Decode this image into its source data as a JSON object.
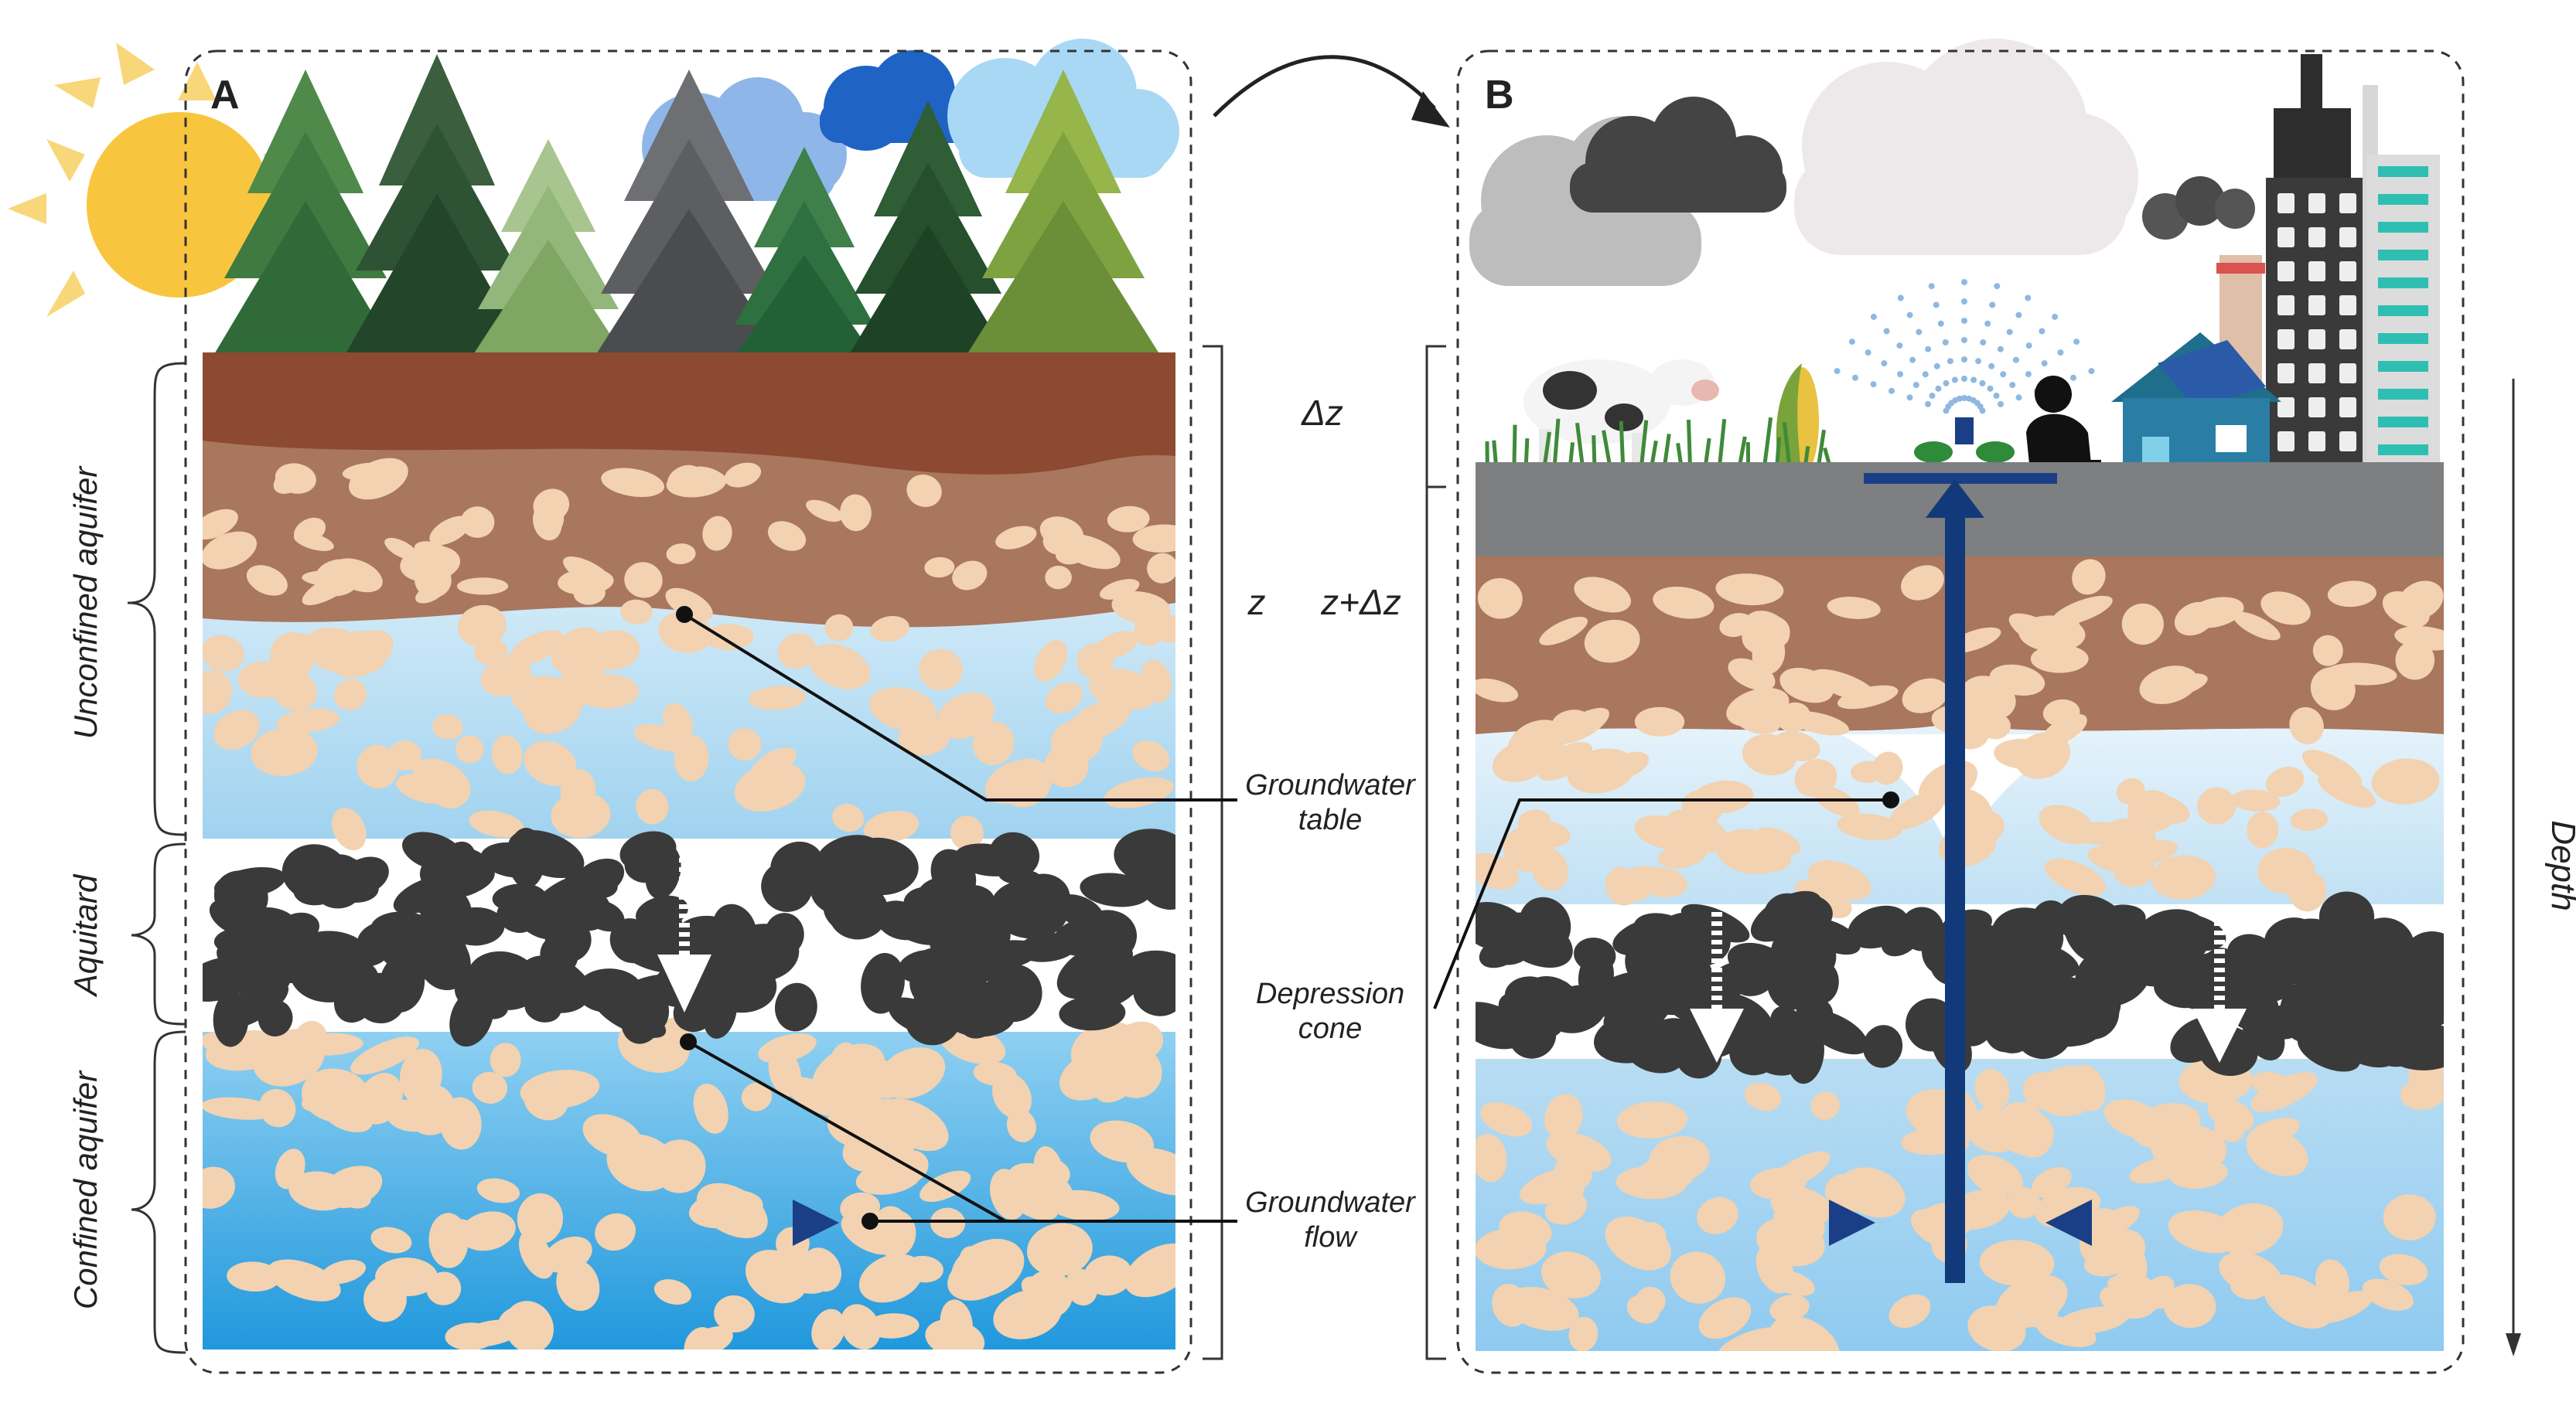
{
  "panels": {
    "a": {
      "letter": "A"
    },
    "b": {
      "letter": "B"
    }
  },
  "labels": {
    "unconfined_aquifer": "Unconfined aquifer",
    "aquitard": "Aquitard",
    "confined_aquifer": "Confined aquifer",
    "delta_z": "Δz",
    "z": "z",
    "z_plus_delta_z": "z+Δz",
    "groundwater_table": [
      "Groundwater",
      "table"
    ],
    "depression_cone": [
      "Depression",
      "cone"
    ],
    "groundwater_flow": [
      "Groundwater",
      "flow"
    ],
    "depth": "Depth"
  },
  "colors": {
    "sky_blue": "#7fb4e6",
    "soil_top": "#8c4a32",
    "soil_brown": "#a9765e",
    "pebble": "#f2d2b0",
    "water_light": "#bfe0f2",
    "water_deep": "#2f9ee0",
    "aquitard": "#3a3a3a",
    "pump_pipe": "#123a7a",
    "forest_dark": "#2f5d36",
    "forest_light": "#7fa662",
    "grey_ground": "#7d7f80"
  },
  "icons": [
    "sun-icon",
    "cloud-icon",
    "tree-icon",
    "cow-icon",
    "corn-icon",
    "sprinkler-icon",
    "person-icon",
    "house-icon",
    "factory-icon",
    "skyscraper-icon",
    "water-pipe-icon"
  ]
}
